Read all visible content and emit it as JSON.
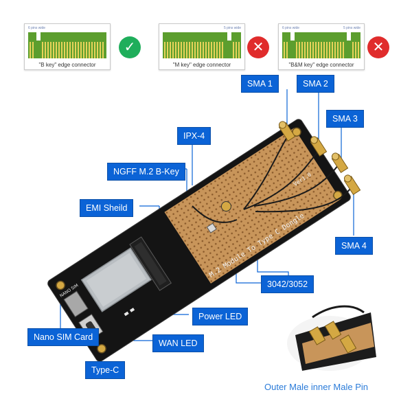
{
  "connectors": [
    {
      "pins_left": "6 pins wide",
      "pins_right": "",
      "caption": "\"B key\" edge connector",
      "status": "supported"
    },
    {
      "pins_left": "",
      "pins_right": "5 pins wide",
      "caption": "\"M key\" edge connector",
      "status": "unsupported"
    },
    {
      "pins_left": "6 pins wide",
      "pins_right": "5 pins wide",
      "caption": "\"B&M key\" edge connector",
      "status": "unsupported"
    }
  ],
  "icons": {
    "check": "check-icon",
    "cross": "cross-icon"
  },
  "board": {
    "silk_title": "M.2 Module To Type C Dongle",
    "version": "Ver1.0",
    "sim_label": "NANO SIM"
  },
  "callouts": {
    "sma1": "SMA 1",
    "sma2": "SMA 2",
    "sma3": "SMA 3",
    "sma4": "SMA 4",
    "ipx4": "IPX-4",
    "ngff": "NGFF M.2 B-Key",
    "emi": "EMI Sheild",
    "hole": "3042/3052",
    "power_led": "Power LED",
    "nano_sim": "Nano SIM Card",
    "wan_led": "WAN LED",
    "typec": "Type-C"
  },
  "bottom_caption": "Outer Male inner Male Pin",
  "colors": {
    "callout": "#0b63d6",
    "pcb_black": "#111111",
    "proto_area": "#c8955a",
    "gold": "#d4a843",
    "ok": "#1fae5b",
    "no": "#e02c2c"
  }
}
